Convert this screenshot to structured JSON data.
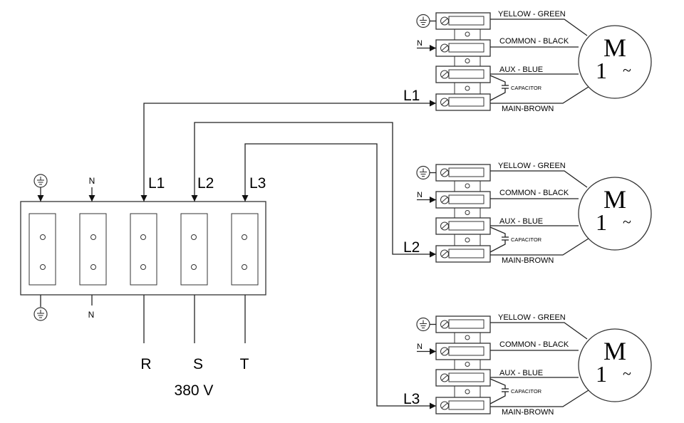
{
  "supply": {
    "phase_labels_top": [
      "L1",
      "L2",
      "L3"
    ],
    "earth_symbol": "earth-ground-icon",
    "neutral_top": "N",
    "neutral_bottom": "N",
    "phase_labels_bottom": [
      "R",
      "S",
      "T"
    ],
    "voltage": "380 V"
  },
  "motors": [
    {
      "supply_line": "L1",
      "neutral_label": "N",
      "wires": {
        "earth": "YELLOW - GREEN",
        "common": "COMMON - BLACK",
        "aux": "AUX - BLUE",
        "capacitor": "CAPACITOR",
        "main": "MAIN-BROWN"
      },
      "symbol_letter": "M",
      "symbol_phase": "1",
      "symbol_ac": "~"
    },
    {
      "supply_line": "L2",
      "neutral_label": "N",
      "wires": {
        "earth": "YELLOW - GREEN",
        "common": "COMMON - BLACK",
        "aux": "AUX - BLUE",
        "capacitor": "CAPACITOR",
        "main": "MAIN-BROWN"
      },
      "symbol_letter": "M",
      "symbol_phase": "1",
      "symbol_ac": "~"
    },
    {
      "supply_line": "L3",
      "neutral_label": "N",
      "wires": {
        "earth": "YELLOW - GREEN",
        "common": "COMMON - BLACK",
        "aux": "AUX - BLUE",
        "capacitor": "CAPACITOR",
        "main": "MAIN-BROWN"
      },
      "symbol_letter": "M",
      "symbol_phase": "1",
      "symbol_ac": "~"
    }
  ]
}
